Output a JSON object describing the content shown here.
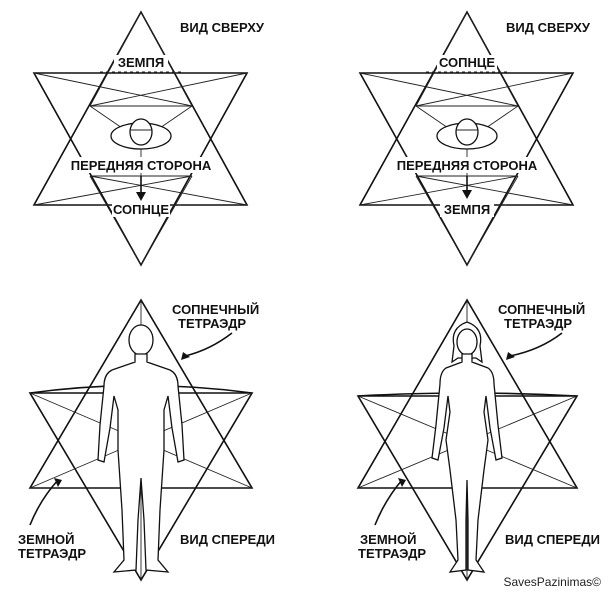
{
  "panels": [
    {
      "top_view_label": "ВИД СВЕРХУ",
      "upper_label": "ЗЕМПЯ",
      "middle_label": "ПЕРЕДНЯЯ СТОРОНА",
      "lower_label": "СОПНЦЕ"
    },
    {
      "top_view_label": "ВИД СВЕРХУ",
      "upper_label": "СОПНЦЕ",
      "middle_label": "ПЕРЕДНЯЯ СТОРОНА",
      "lower_label": "ЗЕМПЯ"
    }
  ],
  "front_views": [
    {
      "sun_tetra_line1": "СОПНЕЧНЫЙ",
      "sun_tetra_line2": "ТЕТРАЭДР",
      "earth_tetra_line1": "ЗЕМНОЙ",
      "earth_tetra_line2": "ТЕТРАЭДР",
      "view_label": "ВИД СПЕРЕДИ"
    },
    {
      "sun_tetra_line1": "СОПНЕЧНЫЙ",
      "sun_tetra_line2": "ТЕТРАЭДР",
      "earth_tetra_line1": "ЗЕМНОЙ",
      "earth_tetra_line2": "ТЕТРАЭДР",
      "view_label": "ВИД СПЕРЕДИ"
    }
  ],
  "watermark": "SavesPazinimas©"
}
